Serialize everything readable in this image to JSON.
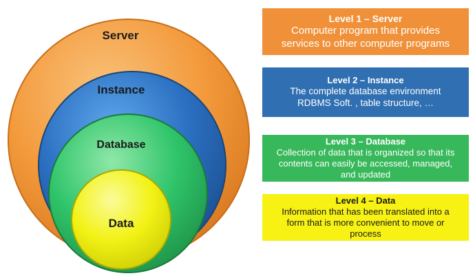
{
  "rings": [
    {
      "label": "Server",
      "color": "#f39a3c"
    },
    {
      "label": "Instance",
      "color": "#2a6fc0"
    },
    {
      "label": "Database",
      "color": "#2fc46a"
    },
    {
      "label": "Data",
      "color": "#f2f215"
    }
  ],
  "levels": [
    {
      "title": "Level 1 – Server",
      "description": "Computer program that provides\nservices to other computer programs",
      "color": "#f0913a"
    },
    {
      "title": "Level 2 – Instance",
      "description": "The complete database environment\nRDBMS Soft. , table structure, …",
      "color": "#2f6fb2"
    },
    {
      "title": "Level 3 – Database",
      "description": "Collection of data that is organized so that its\ncontents can easily be accessed, managed,\nand updated",
      "color": "#37b85a"
    },
    {
      "title": "Level 4 – Data",
      "description": "Information that has been translated into a\nform that is more convenient to move or\nprocess",
      "color": "#f7f214"
    }
  ]
}
